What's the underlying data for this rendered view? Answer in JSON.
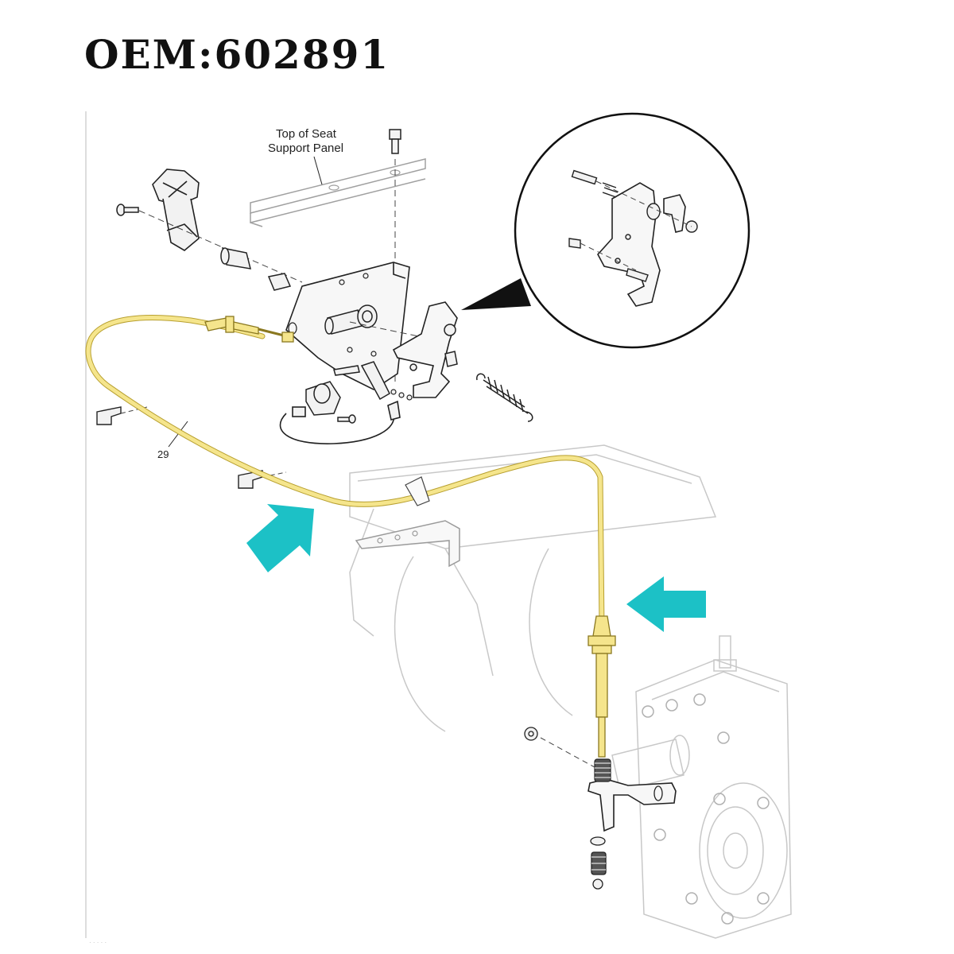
{
  "header": {
    "title": "OEM:602891"
  },
  "labels": {
    "panel_line1": "Top of Seat",
    "panel_line2": "Support Panel",
    "part_number": "29"
  },
  "colors": {
    "cable": "#f5e58c",
    "cable_edge": "#b8a030",
    "arrow": "#1cc1c6",
    "line": "#222222",
    "ghost": "#c8c8c8"
  },
  "icons": [
    "arrow-right-icon",
    "arrow-left-icon"
  ]
}
